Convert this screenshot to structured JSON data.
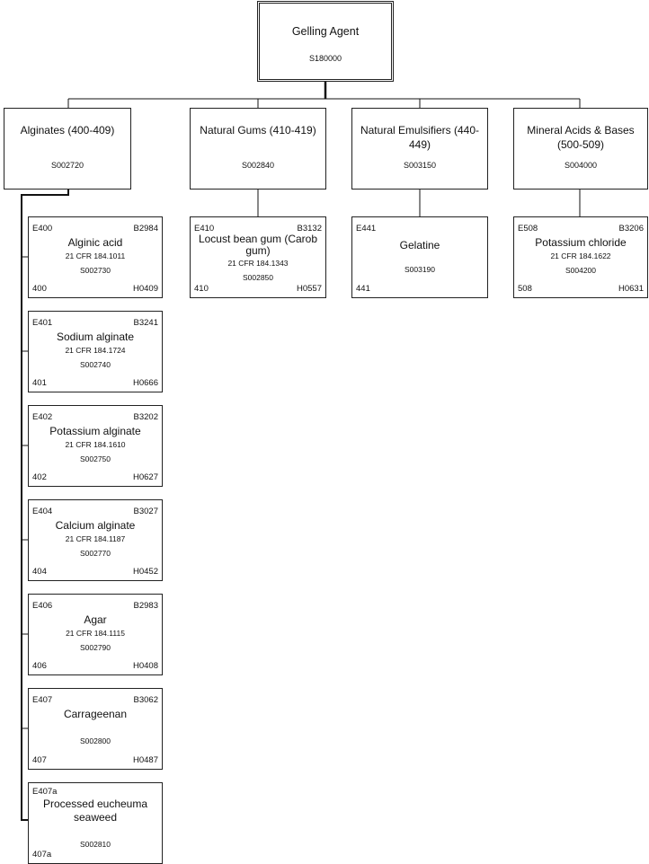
{
  "root": {
    "name": "Gelling Agent",
    "code": "S180000"
  },
  "categories": [
    {
      "name": "Alginates (400-409)",
      "code": "S002720"
    },
    {
      "name": "Natural Gums (410-419)",
      "code": "S002840"
    },
    {
      "name": "Natural Emulsifiers (440-449)",
      "code": "S003150"
    },
    {
      "name": "Mineral Acids & Bases (500-509)",
      "code": "S004000"
    }
  ],
  "alginates": [
    {
      "e": "E400",
      "b": "B2984",
      "name": "Alginic acid",
      "cfr": "21 CFR 184.1011",
      "code": "S002730",
      "num": "400",
      "h": "H0409"
    },
    {
      "e": "E401",
      "b": "B3241",
      "name": "Sodium alginate",
      "cfr": "21 CFR 184.1724",
      "code": "S002740",
      "num": "401",
      "h": "H0666"
    },
    {
      "e": "E402",
      "b": "B3202",
      "name": "Potassium alginate",
      "cfr": "21 CFR 184.1610",
      "code": "S002750",
      "num": "402",
      "h": "H0627"
    },
    {
      "e": "E404",
      "b": "B3027",
      "name": "Calcium alginate",
      "cfr": "21 CFR 184.1187",
      "code": "S002770",
      "num": "404",
      "h": "H0452"
    },
    {
      "e": "E406",
      "b": "B2983",
      "name": "Agar",
      "cfr": "21 CFR 184.1115",
      "code": "S002790",
      "num": "406",
      "h": "H0408"
    },
    {
      "e": "E407",
      "b": "B3062",
      "name": "Carrageenan",
      "cfr": "",
      "code": "S002800",
      "num": "407",
      "h": "H0487"
    },
    {
      "e": "E407a",
      "b": "",
      "name": "Processed eucheuma seaweed",
      "cfr": "",
      "code": "S002810",
      "num": "407a",
      "h": ""
    }
  ],
  "gums": [
    {
      "e": "E410",
      "b": "B3132",
      "name": "Locust bean gum (Carob gum)",
      "cfr": "21 CFR 184.1343",
      "code": "S002850",
      "num": "410",
      "h": "H0557"
    }
  ],
  "emulsifiers": [
    {
      "e": "E441",
      "b": "",
      "name": "Gelatine",
      "cfr": "",
      "code": "S003190",
      "num": "441",
      "h": ""
    }
  ],
  "minerals": [
    {
      "e": "E508",
      "b": "B3206",
      "name": "Potassium chloride",
      "cfr": "21 CFR 184.1622",
      "code": "S004200",
      "num": "508",
      "h": "H0631"
    }
  ]
}
